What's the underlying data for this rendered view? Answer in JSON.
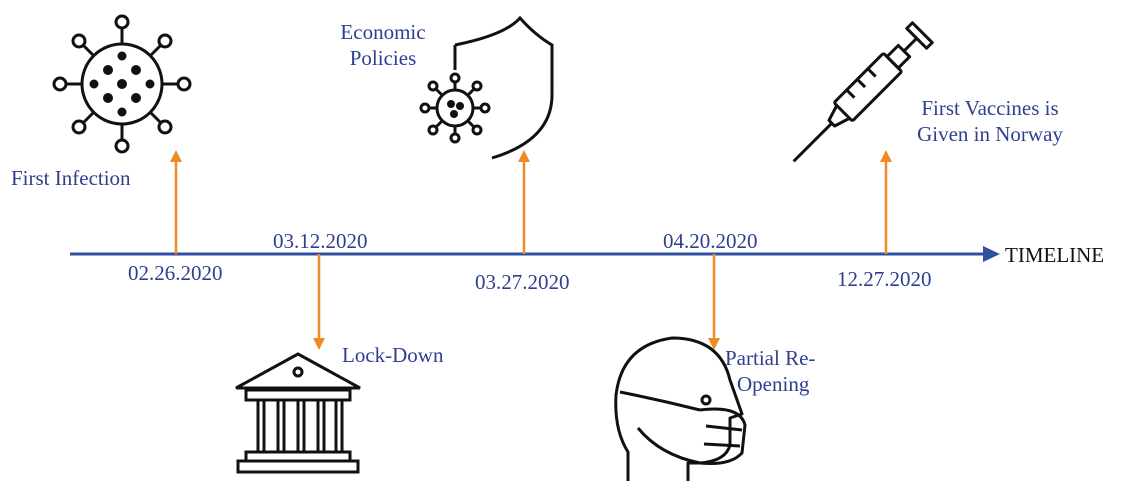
{
  "timeline": {
    "label": "TIMELINE",
    "colors": {
      "axis": "#2f4f9f",
      "arrow": "#f08a24",
      "text": "#2f3f8f",
      "icon": "#111111"
    }
  },
  "events": [
    {
      "date": "02.26.2020",
      "label": "First Infection",
      "icon": "virus-icon"
    },
    {
      "date": "03.12.2020",
      "label": "Lock-Down",
      "icon": "government-building-icon"
    },
    {
      "date": "03.27.2020",
      "label_lines": [
        "Economic",
        "Policies"
      ],
      "icon": "shield-virus-icon"
    },
    {
      "date": "04.20.2020",
      "label_lines": [
        "Partial Re-",
        "Opening"
      ],
      "icon": "masked-head-icon"
    },
    {
      "date": "12.27.2020",
      "label_lines": [
        "First Vaccines is",
        "Given in Norway"
      ],
      "icon": "syringe-icon"
    }
  ]
}
